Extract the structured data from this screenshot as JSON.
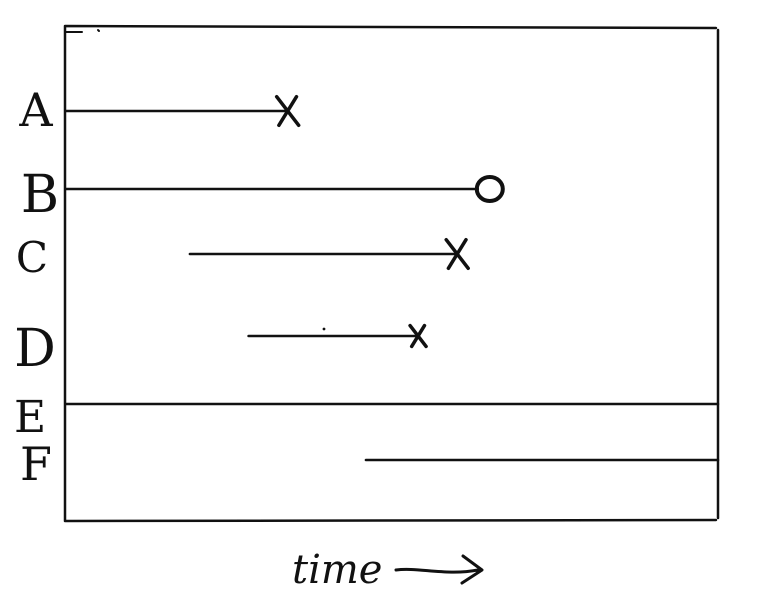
{
  "rows": [
    {
      "label": "A",
      "start": 0.0,
      "end": 0.34,
      "event": "x"
    },
    {
      "label": "B",
      "start": 0.0,
      "end": 0.65,
      "event": "o"
    },
    {
      "label": "C",
      "start": 0.19,
      "end": 0.6,
      "event": "x"
    },
    {
      "label": "D",
      "start": 0.28,
      "end": 0.54,
      "event": "x"
    },
    {
      "label": "E",
      "start": 0.0,
      "end": 1.0,
      "event": "none"
    },
    {
      "label": "F",
      "start": 0.46,
      "end": 1.0,
      "event": "none"
    }
  ],
  "x_axis": {
    "label": "time",
    "arrow": "right"
  },
  "colors": {
    "ink": "#111111",
    "background": "#ffffff"
  }
}
